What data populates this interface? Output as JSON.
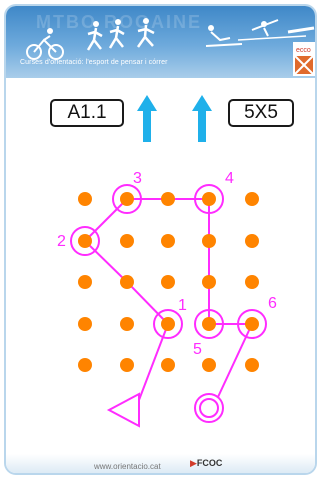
{
  "header": {
    "watermark": "MTBO ROGAINE",
    "subtitle": "Curses d'orientació: l'esport de pensar i córrer",
    "corner_logo": "ecco"
  },
  "exercise": {
    "code": "A1.1",
    "grid_size": "5X5"
  },
  "controls": [
    {
      "number": "1",
      "col": 3,
      "row": 4
    },
    {
      "number": "2",
      "col": 1,
      "row": 2
    },
    {
      "number": "3",
      "col": 2,
      "row": 1
    },
    {
      "number": "4",
      "col": 4,
      "row": 1
    },
    {
      "number": "5",
      "col": 4,
      "row": 4
    },
    {
      "number": "6",
      "col": 5,
      "row": 4
    }
  ],
  "footer": {
    "url": "www.orientacio.cat",
    "logo_text": "FCOC"
  },
  "colors": {
    "dot": "#ff8400",
    "route": "#ff2cff",
    "arrow": "#1fb0ea",
    "header": "#3f88c8"
  },
  "icons": [
    "start-triangle-icon",
    "finish-circle-icon",
    "north-arrow-icon",
    "fcoc-logo-icon",
    "sports-silhouettes-icon"
  ]
}
